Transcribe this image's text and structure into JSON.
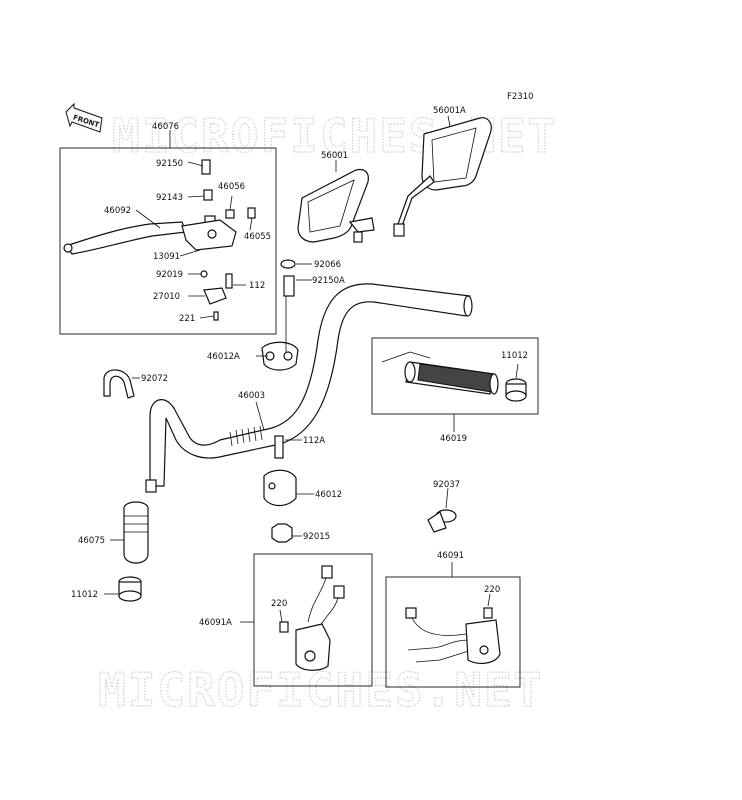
{
  "figure_id": "F2310",
  "watermark": "MICROFICHES.NET",
  "front_label": "FRONT",
  "labels": {
    "l46076": "46076",
    "l92150": "92150",
    "l92143": "92143",
    "l46056": "46056",
    "l46092": "46092",
    "l46055": "46055",
    "l13091": "13091",
    "l92019": "92019",
    "l112a": "112",
    "l27010": "27010",
    "l221": "221",
    "l56001a": "56001A",
    "l56001": "56001",
    "l92066": "92066",
    "l92150a": "92150A",
    "l46012a": "46012A",
    "l11012r": "11012",
    "l92072": "92072",
    "l46003": "46003",
    "l46019": "46019",
    "l112A": "112A",
    "l46012": "46012",
    "l92037": "92037",
    "l92015": "92015",
    "l46075": "46075",
    "l46091": "46091",
    "l11012l": "11012",
    "l220l": "220",
    "l220r": "220",
    "l46091a": "46091A"
  }
}
